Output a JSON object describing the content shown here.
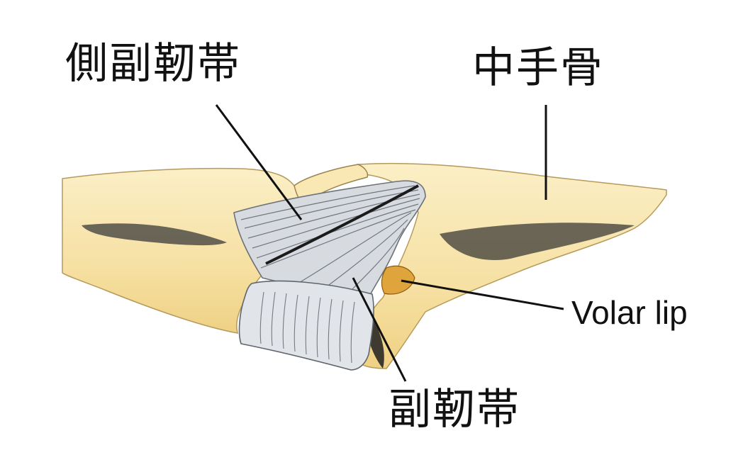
{
  "labels": {
    "collateral_ligament": "側副靭帯",
    "metacarpal": "中手骨",
    "volar_lip": "Volar lip",
    "accessory_ligament": "副靭帯"
  },
  "colors": {
    "bone_fill": "#f7e3a6",
    "bone_shadow": "#e9c776",
    "ligament_fill": "#d7dbe0",
    "volar_lip": "#e0a43c",
    "ink": "#111111"
  }
}
